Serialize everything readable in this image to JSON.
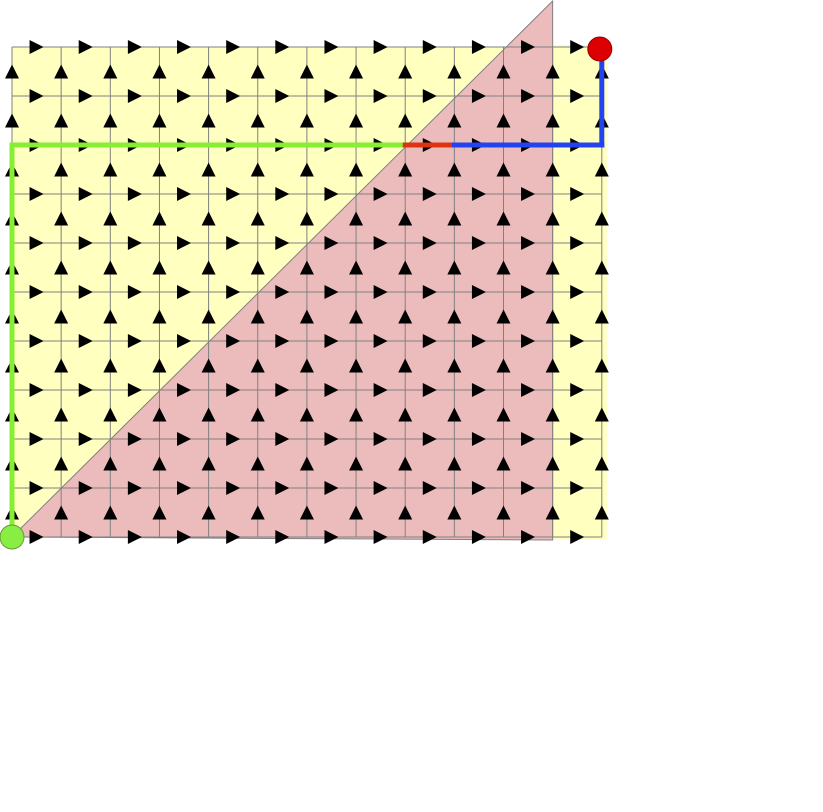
{
  "diagram": {
    "grid": {
      "columns": 12,
      "rows": 10
    },
    "regions": [
      {
        "name": "background-region",
        "color": "#ffffc0"
      },
      {
        "name": "triangle-region",
        "color": "#ecbcbc"
      }
    ],
    "edge_color": "#808080",
    "arrow_color": "#000000",
    "arrow_shape": "triangle",
    "arrow_directions": [
      "right",
      "up"
    ],
    "path": {
      "segments": [
        {
          "color": "#88ee33",
          "from": [
            0,
            0
          ],
          "to": [
            0,
            8
          ]
        },
        {
          "color": "#88ee33",
          "from": [
            0,
            8
          ],
          "to": [
            8,
            8
          ]
        },
        {
          "color": "#dd3311",
          "from": [
            8,
            8
          ],
          "to": [
            9,
            8
          ]
        },
        {
          "color": "#2244ee",
          "from": [
            9,
            8
          ],
          "to": [
            12,
            8
          ]
        },
        {
          "color": "#2244ee",
          "from": [
            12,
            8
          ],
          "to": [
            12,
            10
          ]
        }
      ]
    },
    "start_node": {
      "color": "#88ee44",
      "at": [
        0,
        0
      ]
    },
    "end_node": {
      "color": "#dd0000",
      "at": [
        12,
        10
      ]
    }
  }
}
